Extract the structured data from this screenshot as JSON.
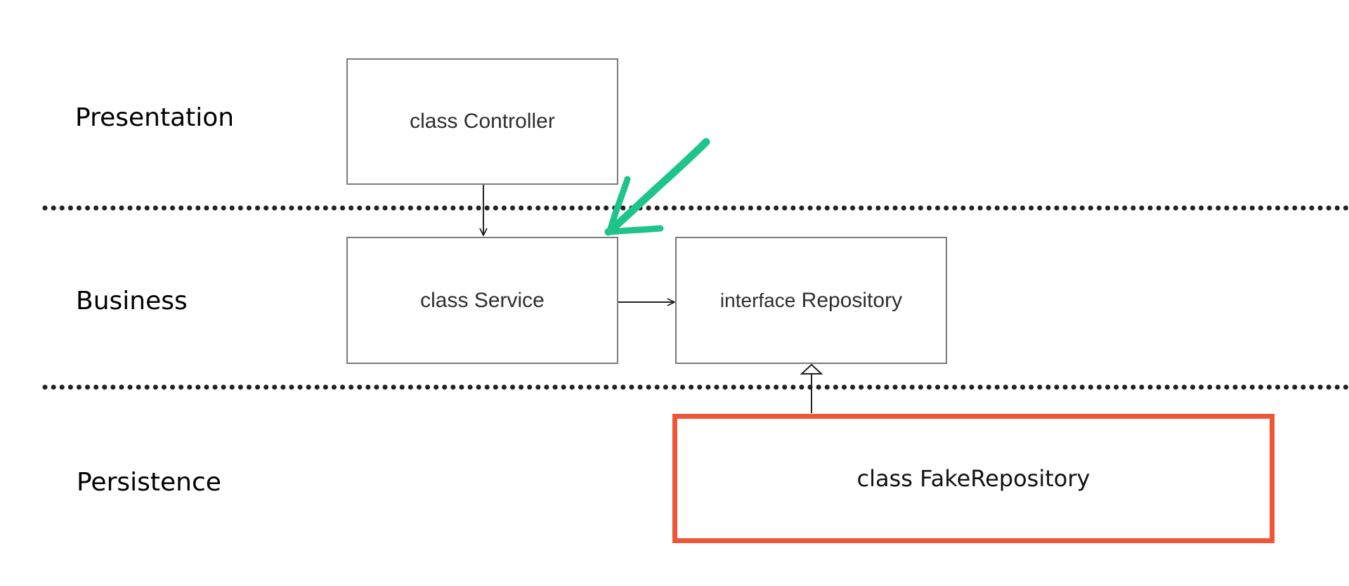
{
  "layers": {
    "presentation": "Presentation",
    "business": "Business",
    "persistence": "Persistence"
  },
  "boxes": {
    "controller": "class Controller",
    "service": "class Service",
    "repository_kw": "interface",
    "repository_name": "Repository",
    "fake_repository": "class FakeRepository"
  },
  "colors": {
    "box_border": "#7a7a7a",
    "highlight_border": "#f05537",
    "annotation_arrow": "#1fc48a",
    "divider": "#222222"
  }
}
